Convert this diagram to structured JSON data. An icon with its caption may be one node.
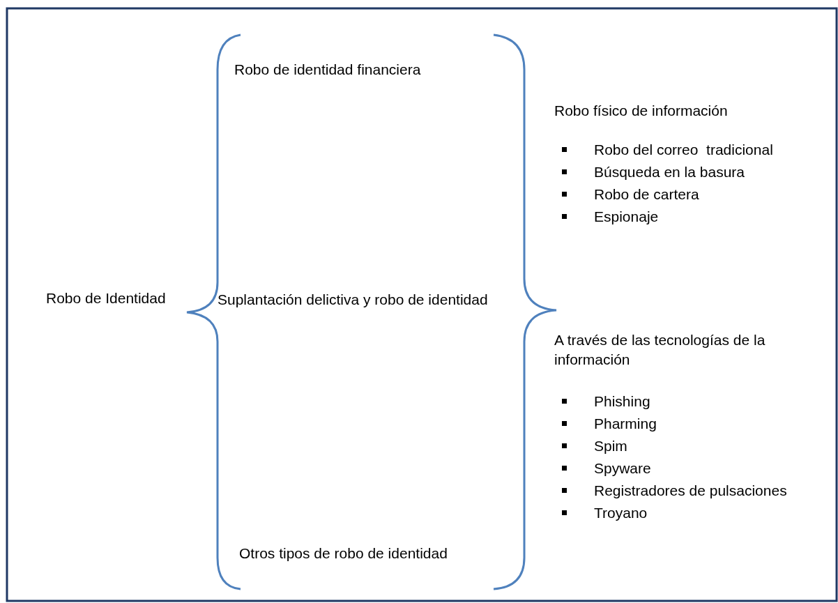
{
  "diagram": {
    "labels": [
      "Robo de identidad financiera",
      "Robo físico de información",
      "Robo del correo  tradicional",
      "Búsqueda en la basura",
      "Robo de cartera",
      "Espionaje",
      "Robo de Identidad",
      "Suplantación delictiva y robo de identidad",
      "A través de las tecnologías de la información",
      "Phishing",
      "Pharming",
      "Spim",
      "Spyware",
      "Registradores de pulsaciones",
      "Troyano",
      "Otros tipos de robo de identidad"
    ]
  }
}
